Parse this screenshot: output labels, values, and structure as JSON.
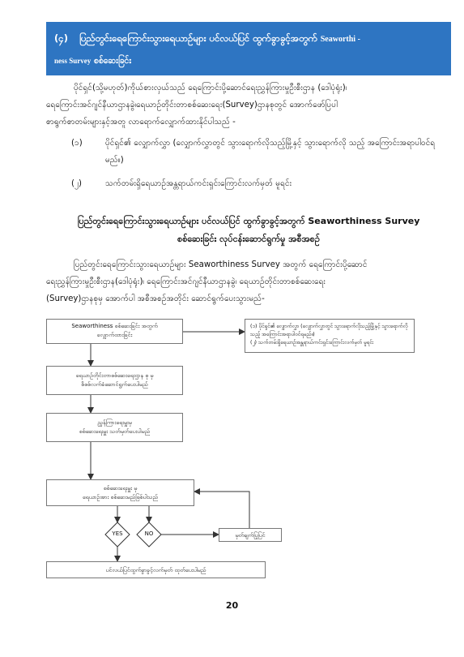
{
  "banner": {
    "number": "(၄)",
    "title_my": "ပြည်တွင်းရေကြောင်းသွားရေယာဉ်များ ပင်လယ်ပြင် ထွက်ခွာခွင့်အတွက်",
    "title_en_a": "Seaworthi -",
    "title_en_b": "ness Survey",
    "title_my2": "စစ်ဆေးခြင်း"
  },
  "intro": {
    "line1": "ပိုင်ရှင်(သို့မဟုတ်)ကိုယ်စားလှယ်သည် ရေကြောင်းပို့ဆောင်ရေးညွှန်ကြားမှုဦးစီးဌာန (ဒေါပုံရုံး)၊",
    "line2": "ရေကြောင်းအင်ဂျင်နီယာဌာနခွဲ၊ရေယာဉ်တိုင်းတာစစ်ဆေးရေး(Survey)ဌာနစုတွင်   အောက်ဖော်ပြပါ",
    "line3": "စာရွက်စာတမ်းများနှင့်အတူ လာရောက်လျှောက်ထားနိုင်ပါသည် -"
  },
  "requirements": [
    {
      "mark": "(၁)",
      "text": "ပိုင်ရှင်၏ လျှောက်လွှာ (လျှောက်လွှာတွင် သွားရောက်လိုသည့်မြို့နှင့် သွားရောက်လို သည့် အကြောင်းအရာပါဝင်ရမည်။)"
    },
    {
      "mark": "(၂)",
      "text": "သက်တမ်းရှိရေယာဉ်အန္တရာယ်ကင်းရှင်းကြောင်းလက်မှတ် မူရင်း"
    }
  ],
  "procedure_heading": {
    "line1": "ပြည်တွင်းရေကြောင်းသွားရေယာဉ်များ ပင်လယ်ပြင် ထွက်ခွာခွင့်အတွက် Seaworthiness Survey",
    "line2": "စစ်ဆေးခြင်း လုပ်ငန်းဆောင်ရွက်မှု အစီအစဉ်"
  },
  "procedure_intro": {
    "line1": "ပြည်တွင်းရေကြောင်းသွားရေယာဉ်များ Seaworthiness Survey အတွက် ရေကြောင်းပို့ဆောင်",
    "line2": "ရေးညွှန်ကြားမှုဦးစီးဌာန(ဒေါပုံရုံး)၊   ရေကြောင်းအင်ဂျင်နီယာဌာနခွဲ၊   ရေယာဉ်တိုင်းတာစစ်ဆေးရေး",
    "line3": "(Survey)ဌာနစုမှ အောက်ပါ အစီအစဉ်အတိုင်း ဆောင်ရွက်ပေးသွားမည်-"
  },
  "flowchart": {
    "step1_line1": "Seaworthiness စစ်ဆေးခြင်း အတွက်",
    "step1_line2": "လျှောက်ထားခြင်း",
    "note1": "(၁)  ပိုင်ရှင်၏ လျှောက်လွှာ (လျှောက်လွှာတွင် သွားရောက်လိုသည့်မြို့နှင့် သွားရောက်လို သည့် အကြောင်းအရာပါဝင်ရမည်။)",
    "note2": "(၂)  သက်တမ်းရှိရေယာဉ်အန္တရာယ်ကင်းရှင်းကြောင်းလက်မှတ် မူရင်း",
    "step2_line1": "ရေယာဉ်တိုင်းတာစစ်ဆေးရေးဌာန စု မှ",
    "step2_line2": "စိစစ်လက်ခံဆောင်ရွက်ပေးပါမည်",
    "step3_line1": "ညွှန်ကြားရေးမှူးမှ",
    "step3_line2": "စစ်ဆေးရေးမှူး သတ်မှတ်ပေးပါမည်",
    "step4_line1": "စစ်ဆေးရေးမှူး မှ",
    "step4_line2": "ရေယာဉ်အား စစ်ဆေးမည်ဖြစ်ပါသည်",
    "yes": "YES",
    "no": "NO",
    "fix": "မှတ်ချက်ပြုပြင်",
    "final": "ပင်လယ်ပြင်ထွက်ခွာခွင့်လက်မှတ် ထုတ်ပေးပါမည်"
  },
  "page_number": "20",
  "colors": {
    "banner": "#2e75c2",
    "text": "#111111",
    "box_border": "#777777"
  }
}
